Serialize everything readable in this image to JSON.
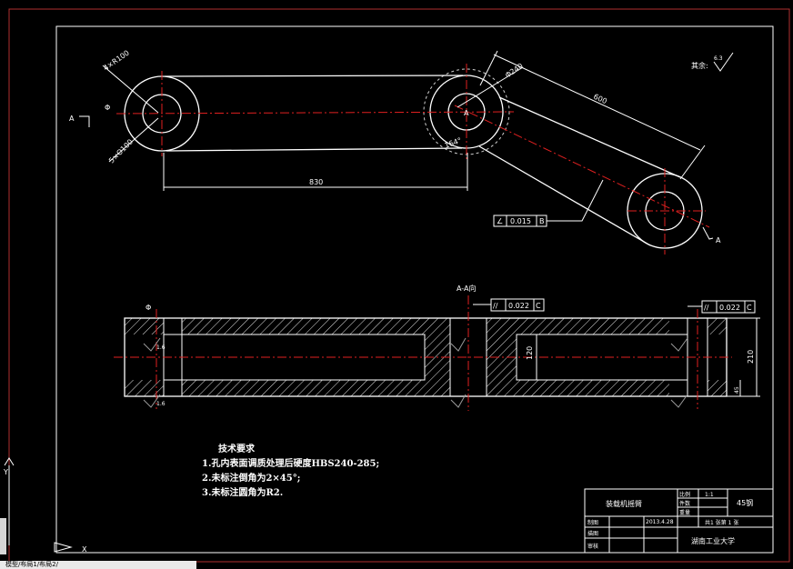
{
  "drawing": {
    "dims": {
      "length_830": "830",
      "length_600": "600",
      "height_120": "120",
      "height_210": "210",
      "height_45": "45",
      "boss_4xR100": "4×R100",
      "boss_5xO100": "5×O100",
      "diameter_top": "Φ240",
      "angle": "164°",
      "symbol_phi": "Φ",
      "roughness_small_1": "1.6",
      "roughness_small_2": "1.6"
    },
    "section_label": "A-A向",
    "section_marker_left": "A",
    "section_marker_mid": "A",
    "section_marker_right": "A",
    "roughness_note_label": "其余:",
    "roughness_note_value": "6.3",
    "tolerances": {
      "angularity": {
        "symbol": "∠",
        "value": "0.015",
        "datum": "B"
      },
      "parallel_mid": {
        "symbol": "//",
        "value": "0.022",
        "datum": "C"
      },
      "parallel_right": {
        "symbol": "//",
        "value": "0.022",
        "datum": "C"
      }
    },
    "tech_title": "技术要求",
    "tech_notes": [
      "1.孔内表面调质处理后硬度HBS240-285;",
      "2.未标注倒角为2×45°;",
      "3.未标注圆角为R2."
    ]
  },
  "title_block": {
    "part_name": "装载机摇臂",
    "scale_label": "比例",
    "scale_value": "1:1",
    "material": "45钢",
    "qty_label": "件数",
    "weight_label": "重量",
    "sheet_info": "共1 张第 1 张",
    "drawn_label": "制图",
    "drawn_date": "2013.4.28",
    "drafted_label": "描图",
    "checked_label": "审核",
    "school": "湖南工业大学"
  },
  "ucs": {
    "y_axis": "Y",
    "x_axis": "X"
  },
  "status": {
    "text": "模型/布局1/布局2/"
  }
}
